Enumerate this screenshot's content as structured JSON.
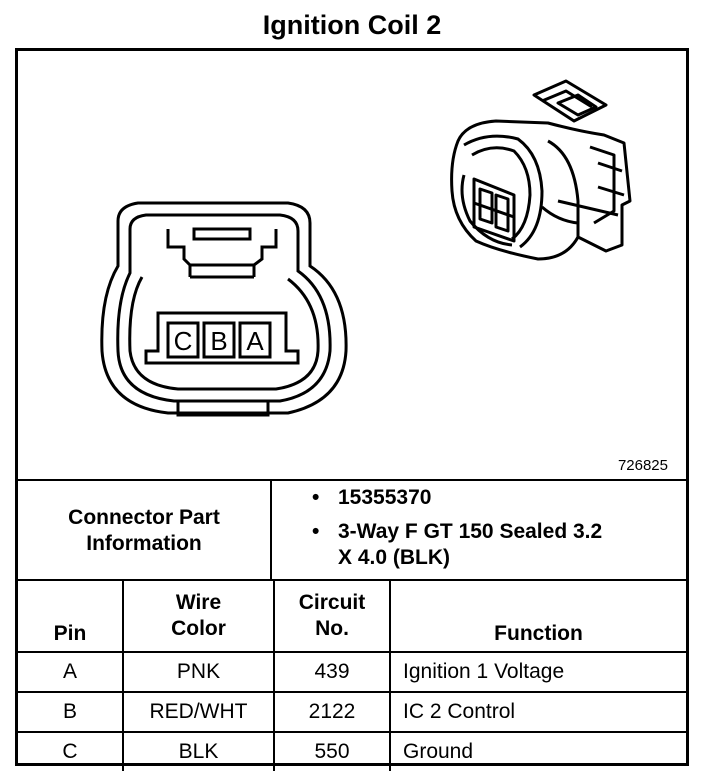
{
  "title": "Ignition Coil 2",
  "figure_number": "726825",
  "connector_face": {
    "cavity_labels": [
      "C",
      "B",
      "A"
    ]
  },
  "connector_info": {
    "label_line1": "Connector Part",
    "label_line2": "Information",
    "items": [
      {
        "line1": "15355370",
        "line2": ""
      },
      {
        "line1": "3-Way F GT 150 Sealed 3.2",
        "line2": "X 4.0 (BLK)"
      }
    ]
  },
  "pin_table": {
    "headers": {
      "pin": "Pin",
      "wire_color_line1": "Wire",
      "wire_color_line2": "Color",
      "circuit_line1": "Circuit",
      "circuit_line2": "No.",
      "function": "Function"
    },
    "rows": [
      {
        "pin": "A",
        "wire_color": "PNK",
        "circuit": "439",
        "function": "Ignition 1 Voltage"
      },
      {
        "pin": "B",
        "wire_color": "RED/WHT",
        "circuit": "2122",
        "function": "IC 2 Control"
      },
      {
        "pin": "C",
        "wire_color": "BLK",
        "circuit": "550",
        "function": "Ground"
      }
    ]
  }
}
